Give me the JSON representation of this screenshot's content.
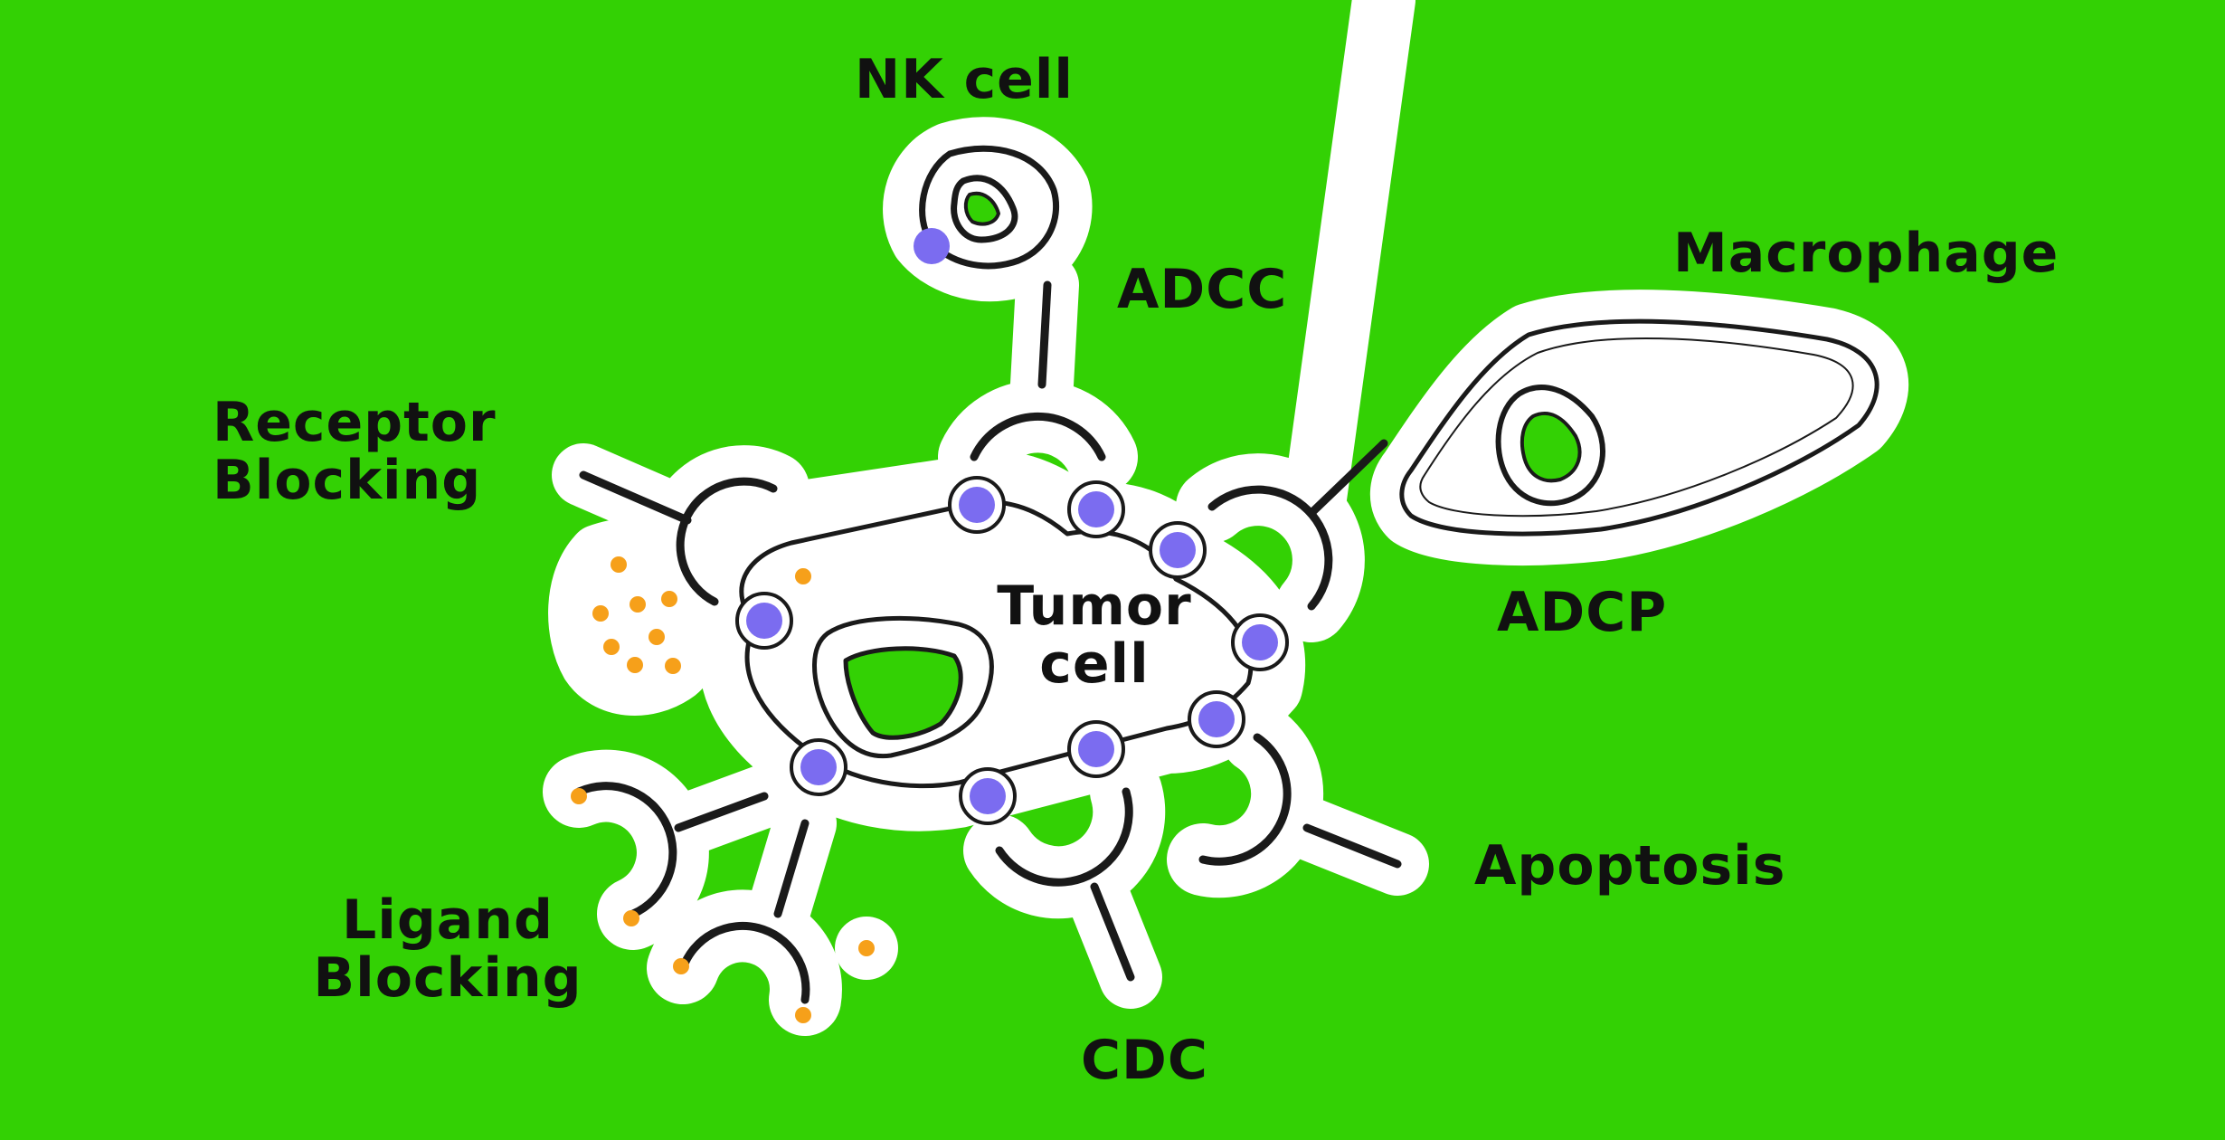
{
  "colors": {
    "background": "#33d104",
    "cell_fill": "#ffffff",
    "outline": "#1a1a1a",
    "antibody_dot": "#7b6cf0",
    "ligand_dot": "#f6a01a"
  },
  "labels": {
    "nk_cell": "NK cell",
    "adcc": "ADCC",
    "macrophage": "Macrophage",
    "receptor_blocking_1": "Receptor",
    "receptor_blocking_2": "Blocking",
    "tumor_cell_1": "Tumor",
    "tumor_cell_2": "cell",
    "adcp": "ADCP",
    "apoptosis": "Apoptosis",
    "ligand_blocking_1": "Ligand",
    "ligand_blocking_2": "Blocking",
    "cdc": "CDC"
  }
}
